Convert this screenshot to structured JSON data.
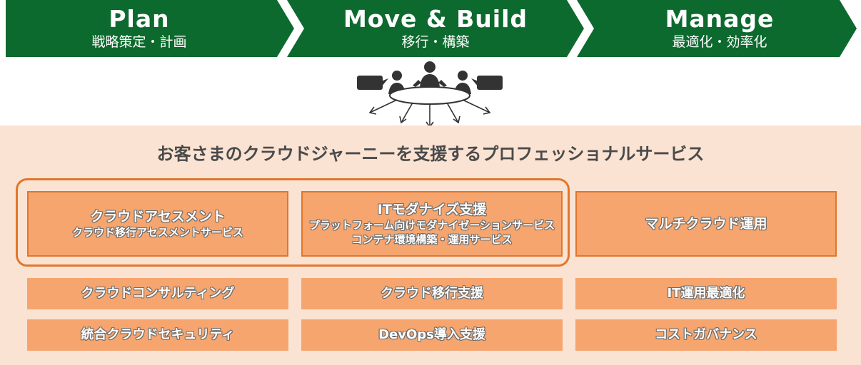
{
  "phases": [
    {
      "title": "Plan",
      "subtitle": "戦略策定・計画"
    },
    {
      "title": "Move & Build",
      "subtitle": "移行・構築"
    },
    {
      "title": "Manage",
      "subtitle": "最適化・効率化"
    }
  ],
  "meeting_icon": "meeting-table-icon",
  "panel_title": "お客さまのクラウドジャーニーを支援するプロフェッショナルサービス",
  "services": {
    "assessment": {
      "title": "クラウドアセスメント",
      "lines": [
        "クラウド移行アセスメントサービス"
      ]
    },
    "modernize": {
      "title": "ITモダナイズ支援",
      "lines": [
        "プラットフォーム向けモダナイゼーションサービス",
        "コンテナ環境構築・運用サービス"
      ]
    },
    "multicloud": {
      "title": "マルチクラウド運用"
    },
    "consulting": "クラウドコンサルティング",
    "migration": "クラウド移行支援",
    "itops": "IT運用最適化",
    "security": "統合クラウドセキュリティ",
    "devops": "DevOps導入支援",
    "governance": "コストガバナンス"
  },
  "colors": {
    "phase_bg": "#0d6a2e",
    "panel_bg": "#fbe3d3",
    "box_bg": "#f5a56d",
    "accent": "#e2762b"
  }
}
